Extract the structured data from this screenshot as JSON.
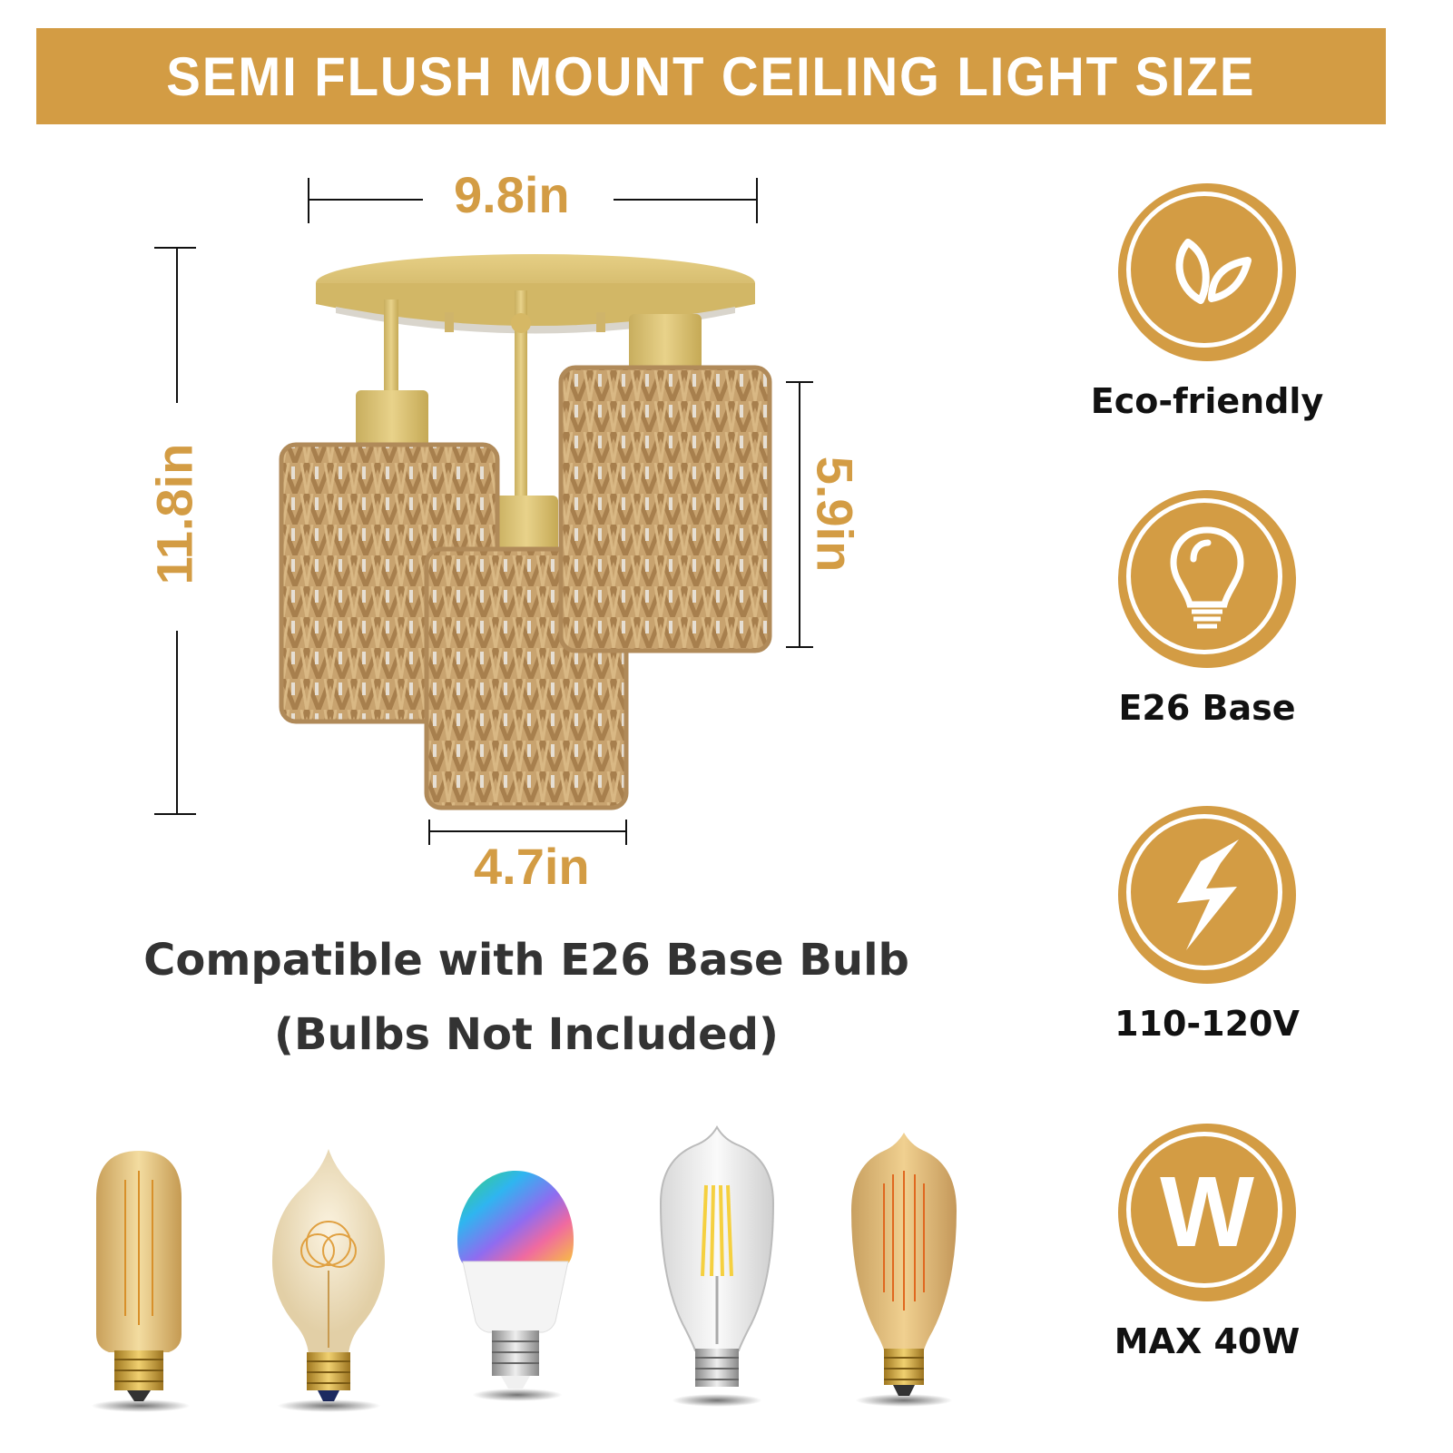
{
  "header": {
    "title": "SEMI FLUSH MOUNT CEILING LIGHT SIZE",
    "background_color": "#d39c44",
    "text_color": "#ffffff"
  },
  "dimensions": {
    "width_top": "9.8in",
    "height_total": "11.8in",
    "shade_height": "5.9in",
    "shade_width": "4.7in",
    "label_color": "#d39c44"
  },
  "product": {
    "image_alt": "Gold semi flush mount ceiling light with three woven rope shades",
    "shades": 3
  },
  "compatibility": {
    "line1": "Compatible with E26 Base Bulb",
    "line2": "(Bulbs Not Included)"
  },
  "features": [
    {
      "icon": "leaf-icon",
      "label": "Eco-friendly"
    },
    {
      "icon": "lightbulb-icon",
      "label": "E26 Base"
    },
    {
      "icon": "lightning-bolt-icon",
      "label": "110-120V"
    },
    {
      "icon": "watt-w-icon",
      "glyph": "W",
      "label": "MAX 40W"
    }
  ],
  "bulbs": [
    {
      "type": "T10 tubular vintage Edison bulb"
    },
    {
      "type": "A19 vintage spiral filament bulb"
    },
    {
      "type": "RGB color smart LED bulb"
    },
    {
      "type": "ST64 clear LED filament bulb"
    },
    {
      "type": "ST64 amber vintage Edison bulb"
    }
  ]
}
